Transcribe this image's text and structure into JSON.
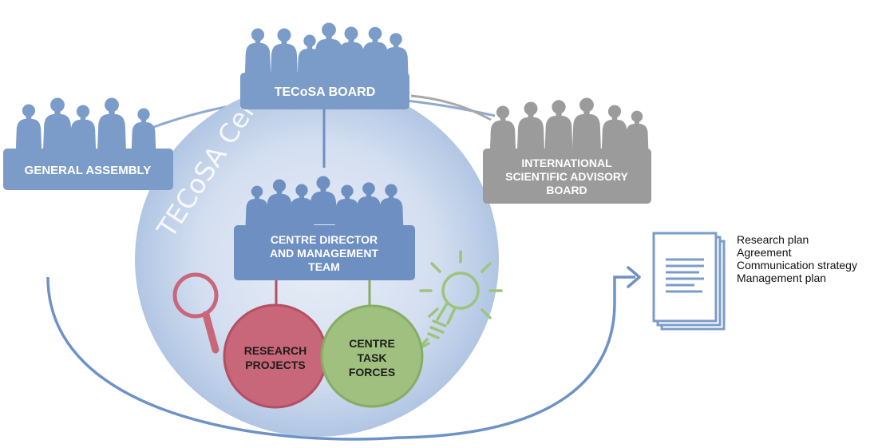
{
  "colors": {
    "blue": "#7b9cc9",
    "blue_dark": "#6d8fc2",
    "gray": "#9b9b9b",
    "oval_inner": "#dce6f3",
    "oval_outer": "#a9c0e0",
    "loop_line": "#6e92c6",
    "research": "#c86779",
    "research_stroke": "#b64e63",
    "taskforce": "#9fc07e",
    "taskforce_stroke": "#86ad63",
    "bulb": "#9ec47c",
    "magnifier": "#c86779",
    "document": "#7b9cc9"
  },
  "icons": [
    "people-group-icon",
    "magnifier-icon",
    "lightbulb-icon",
    "document-stack-icon",
    "arrow-right-icon"
  ],
  "center": {
    "watermark": "TECoSA Center"
  },
  "board": {
    "label": "TECoSA BOARD"
  },
  "general_assembly": {
    "label": "GENERAL ASSEMBLY"
  },
  "advisory": {
    "lines": [
      "INTERNATIONAL",
      "SCIENTIFIC ADVISORY",
      "BOARD"
    ]
  },
  "director": {
    "lines": [
      "CENTRE DIRECTOR",
      "AND MANAGEMENT",
      "TEAM"
    ]
  },
  "research": {
    "lines": [
      "RESEARCH",
      "PROJECTS"
    ]
  },
  "taskforces": {
    "lines": [
      "CENTRE",
      "TASK",
      "FORCES"
    ]
  },
  "documents": {
    "items": [
      "Research plan",
      "Agreement",
      "Communication strategy",
      "Management plan"
    ]
  }
}
